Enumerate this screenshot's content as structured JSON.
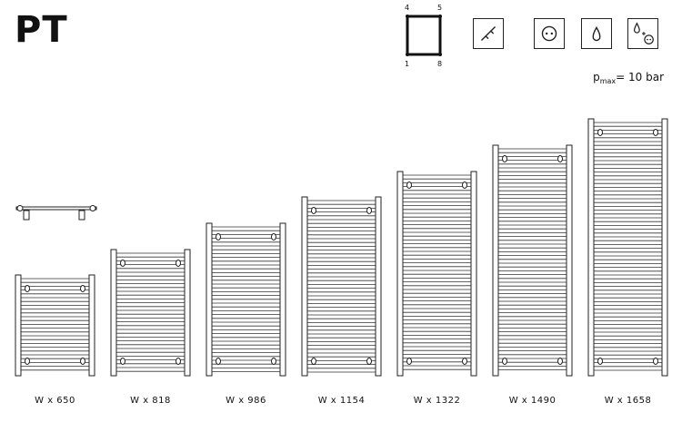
{
  "title": "PT",
  "connection_diagram": {
    "top_left": "4",
    "top_right": "5",
    "bottom_left": "1",
    "bottom_right": "8"
  },
  "icons": [
    {
      "name": "wall-mount-icon"
    },
    {
      "name": "electric-socket-icon"
    },
    {
      "name": "water-drop-icon"
    },
    {
      "name": "water-plus-electric-icon"
    }
  ],
  "pressure": {
    "prefix": "p",
    "subscript": "max",
    "value": "= 10 bar"
  },
  "models": [
    {
      "label": "W x 650",
      "height": 650
    },
    {
      "label": "W x 818",
      "height": 818
    },
    {
      "label": "W x 986",
      "height": 986
    },
    {
      "label": "W x 1154",
      "height": 1154
    },
    {
      "label": "W x 1322",
      "height": 1322
    },
    {
      "label": "W x 1490",
      "height": 1490
    },
    {
      "label": "W x 1658",
      "height": 1658
    }
  ]
}
